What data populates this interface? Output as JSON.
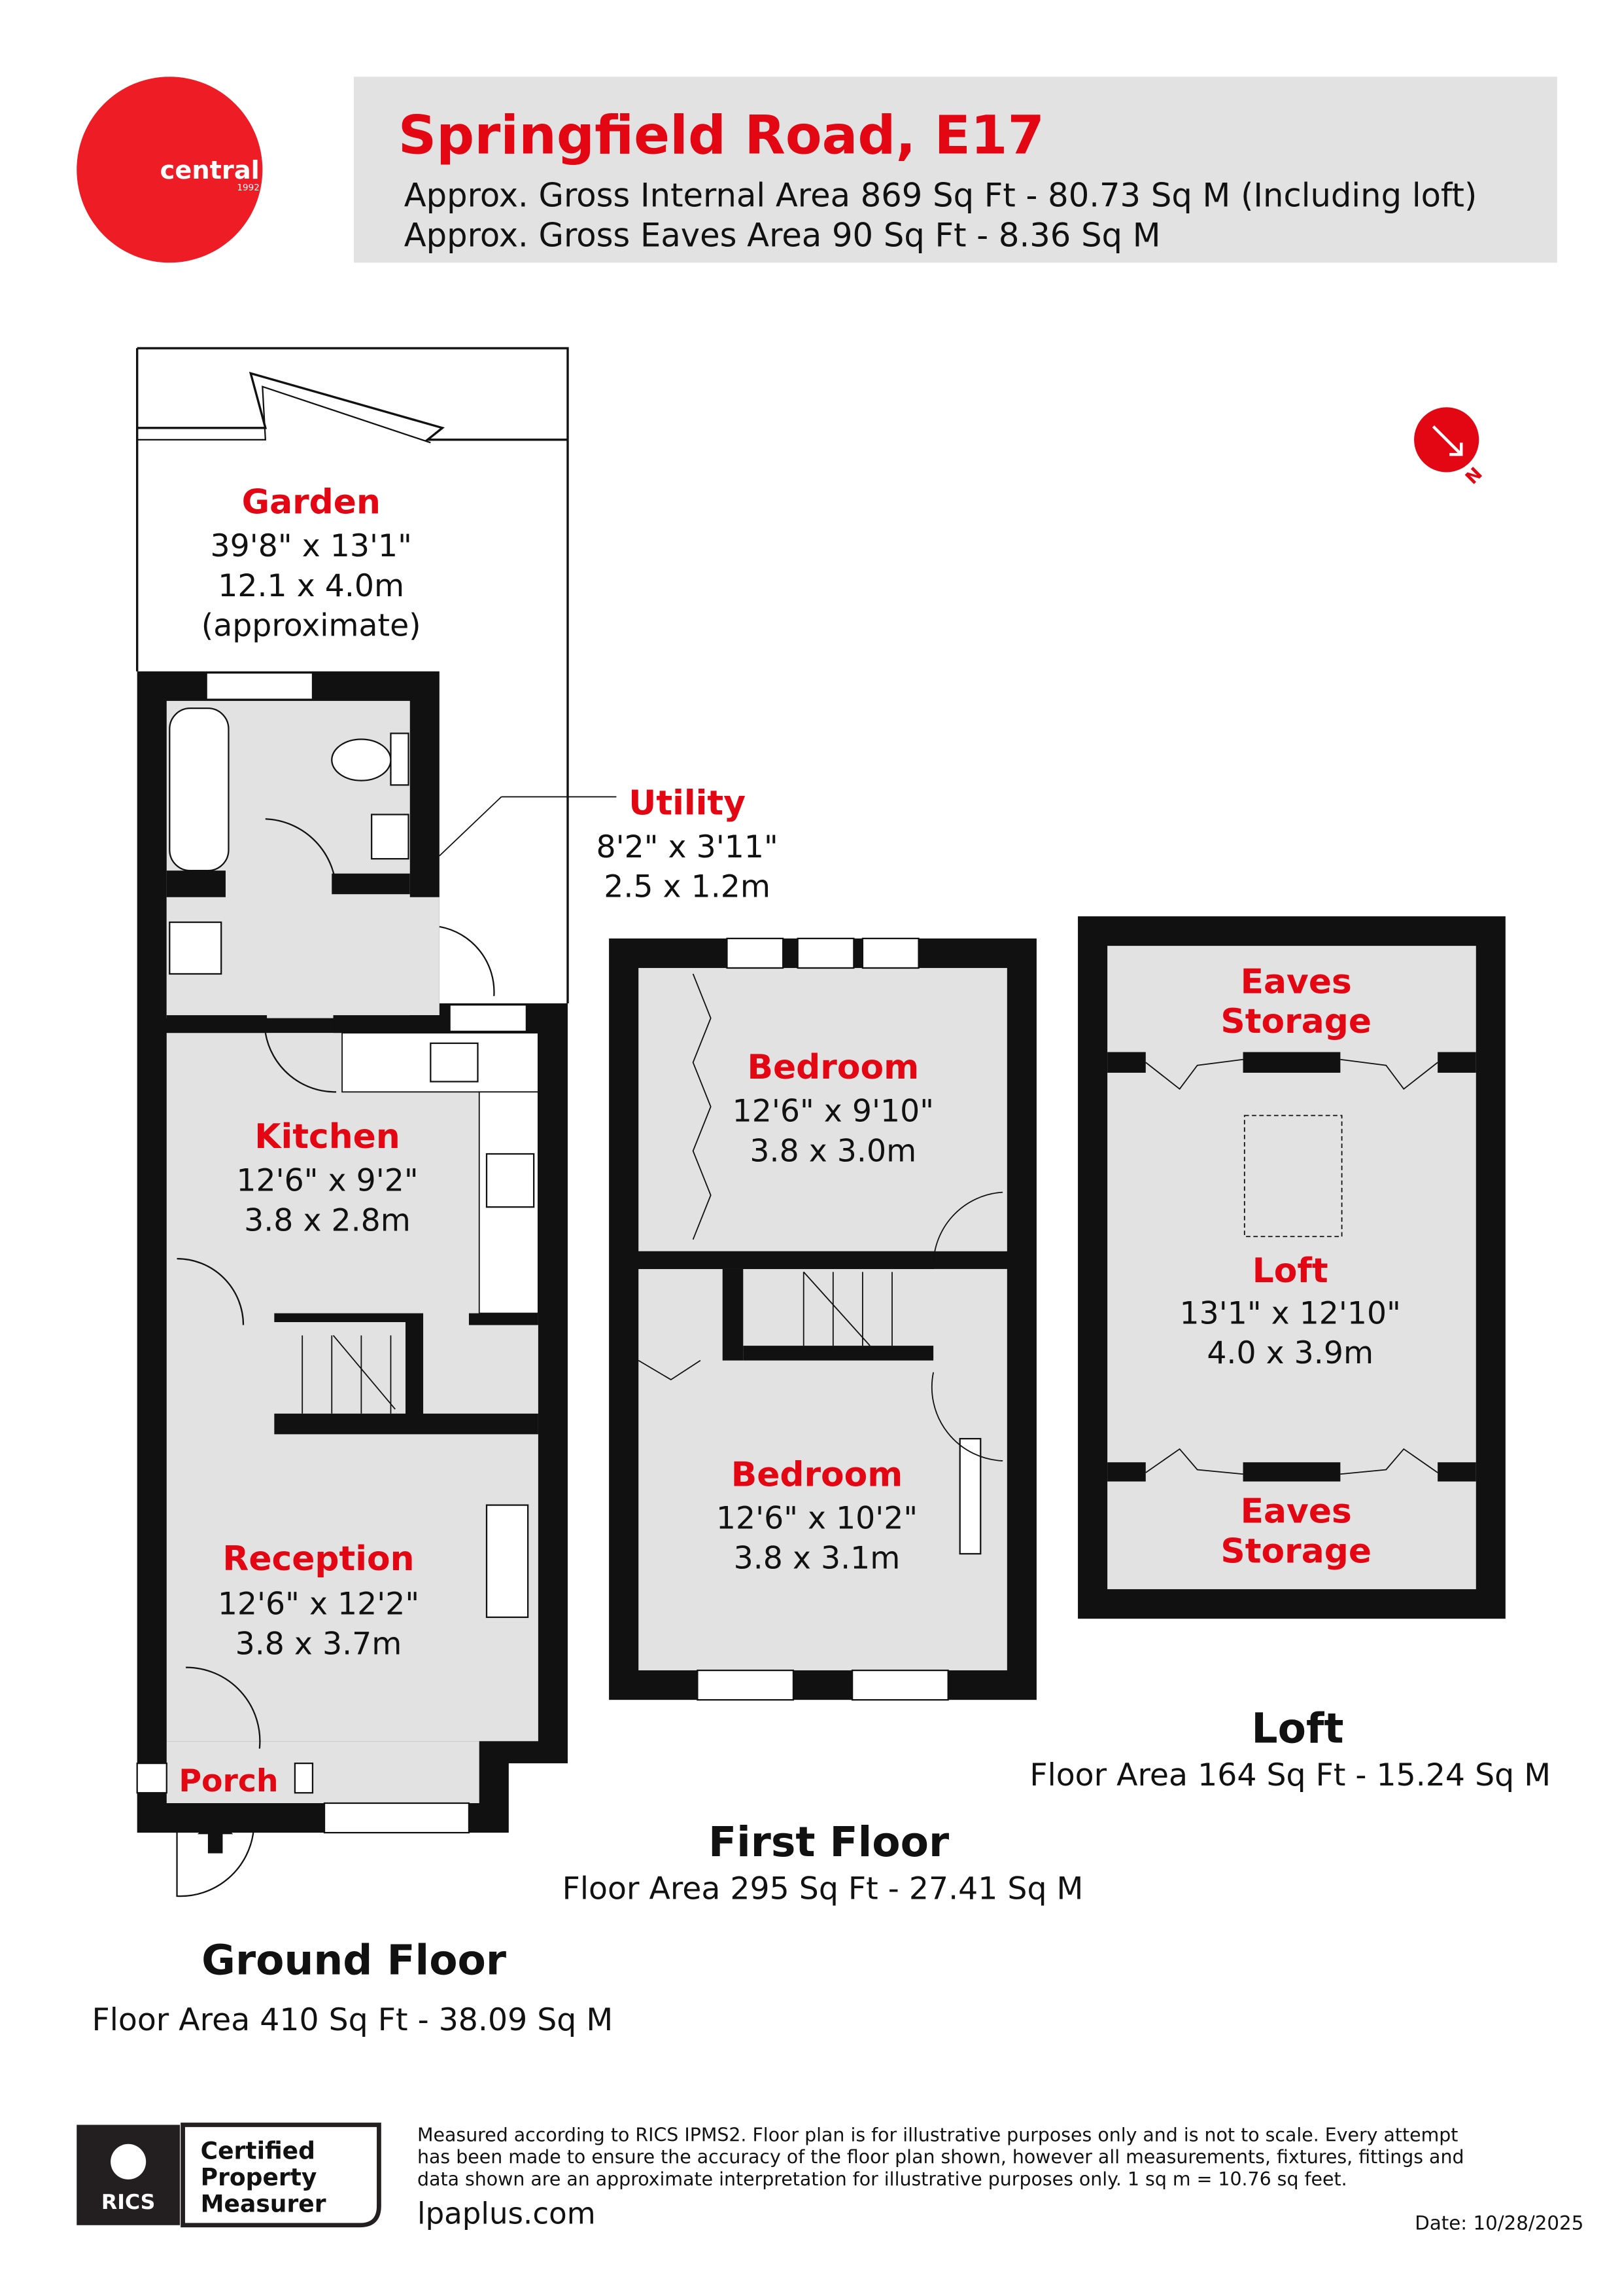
{
  "brand": {
    "logo_text": "central",
    "logo_year": "1992",
    "color": "#ee1c25"
  },
  "header": {
    "title": "Springfield Road,  E17",
    "line1": "Approx. Gross Internal Area 869 Sq Ft - 80.73 Sq M (Including loft)",
    "line2": "Approx. Gross Eaves Area 90 Sq Ft - 8.36 Sq M"
  },
  "compass": {
    "label": "N",
    "icon": "north-arrow-icon"
  },
  "rooms": {
    "garden": {
      "name": "Garden",
      "imperial": "39'8\" x 13'1\"",
      "metric": "12.1 x 4.0m",
      "note": "(approximate)"
    },
    "utility": {
      "name": "Utility",
      "imperial": "8'2\" x 3'11\"",
      "metric": "2.5 x 1.2m"
    },
    "kitchen": {
      "name": "Kitchen",
      "imperial": "12'6\" x 9'2\"",
      "metric": "3.8 x 2.8m"
    },
    "reception": {
      "name": "Reception",
      "imperial": "12'6\" x 12'2\"",
      "metric": "3.8 x 3.7m"
    },
    "porch": {
      "name": "Porch"
    },
    "bedroom1": {
      "name": "Bedroom",
      "imperial": "12'6\" x 9'10\"",
      "metric": "3.8 x 3.0m"
    },
    "bedroom2": {
      "name": "Bedroom",
      "imperial": "12'6\" x 10'2\"",
      "metric": "3.8 x 3.1m"
    },
    "eaves1": {
      "name1": "Eaves",
      "name2": "Storage"
    },
    "eaves2": {
      "name1": "Eaves",
      "name2": "Storage"
    },
    "loft": {
      "name": "Loft",
      "imperial": "13'1\" x 12'10\"",
      "metric": "4.0 x 3.9m"
    }
  },
  "floors": {
    "ground": {
      "title": "Ground Floor",
      "area": "Floor Area 410 Sq Ft - 38.09 Sq M"
    },
    "first": {
      "title": "First Floor",
      "area": "Floor Area 295 Sq Ft - 27.41 Sq M"
    },
    "loft": {
      "title": "Loft",
      "area": "Floor Area 164 Sq Ft - 15.24 Sq M"
    }
  },
  "footer": {
    "rics": "RICS",
    "cert1": "Certified",
    "cert2": "Property",
    "cert3": "Measurer",
    "disclaimer1": "Measured according to RICS IPMS2. Floor plan is for illustrative purposes only and is not to scale. Every attempt",
    "disclaimer2": "has been made to ensure the accuracy of the floor plan shown, however all measurements, fixtures, fittings and",
    "disclaimer3": "data shown are an approximate interpretation for illustrative purposes only. 1 sq m = 10.76 sq feet.",
    "website": "lpaplus.com",
    "date": "Date: 10/28/2025"
  }
}
